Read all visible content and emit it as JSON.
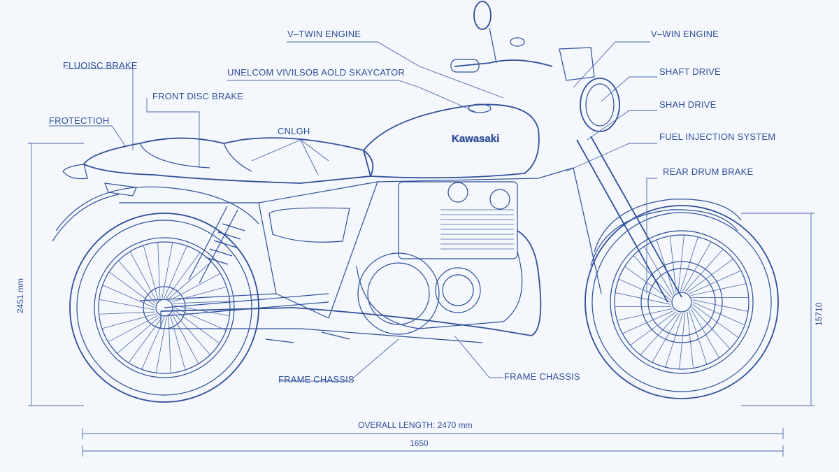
{
  "colors": {
    "background": "#f4f7fb",
    "line": "#2f4f9a"
  },
  "tank_logo": "Kawasaki",
  "labels": {
    "vtwin_top": "V–TWIN ENGINE",
    "vwin_right": "V–WIN ENGINE",
    "fluoisc_brake": "FLUOISC BRAKE",
    "unelcom": "UNELCOM VIVILSOB AOLD SKAYCATOR",
    "shaft_drive": "SHAFT DRIVE",
    "front_disc_brake": "FRONT DISC BRAKE",
    "shah_drive": "SHAH DRIVE",
    "protection": "FROTECTIOH",
    "cnlgh": "CNLGH",
    "fuel_injection": "FUEL INJECTION SYSTEM",
    "rear_drum_brake": "REAR DRUM BRAKE",
    "frame_chassis_left": "FRAME CHASSIS",
    "frame_chassis_right": "FRAME CHASSIS"
  },
  "dimensions": {
    "height_left": "2451 mm",
    "height_right": "15710",
    "overall_length": "OVERALL LENGTH: 2470 mm",
    "wheelbase": "1650"
  }
}
